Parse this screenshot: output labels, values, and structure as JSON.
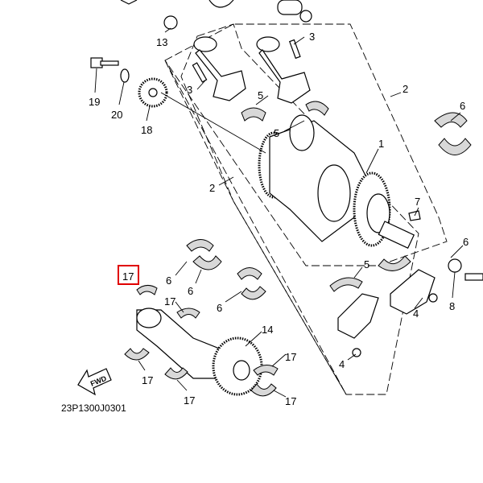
{
  "diagram": {
    "callouts": {
      "c13": "13",
      "c3a": "3",
      "c3b": "3",
      "c19": "19",
      "c20": "20",
      "c18": "18",
      "c5a": "5",
      "c5b": "5",
      "c5c": "5",
      "c2a": "2",
      "c2b": "2",
      "c6a": "6",
      "c1": "1",
      "c7": "7",
      "c6b": "6",
      "c6c": "6",
      "c6d": "6",
      "c6e": "6",
      "c17sel": "17",
      "c17a": "17",
      "c17b": "17",
      "c17c": "17",
      "c17d": "17",
      "c17e": "17",
      "c14": "14",
      "c4a": "4",
      "c4b": "4",
      "c8": "8"
    },
    "fwd_label": "FWD",
    "diagram_code": "23P1300J0301",
    "highlight_color": "#e00000"
  }
}
